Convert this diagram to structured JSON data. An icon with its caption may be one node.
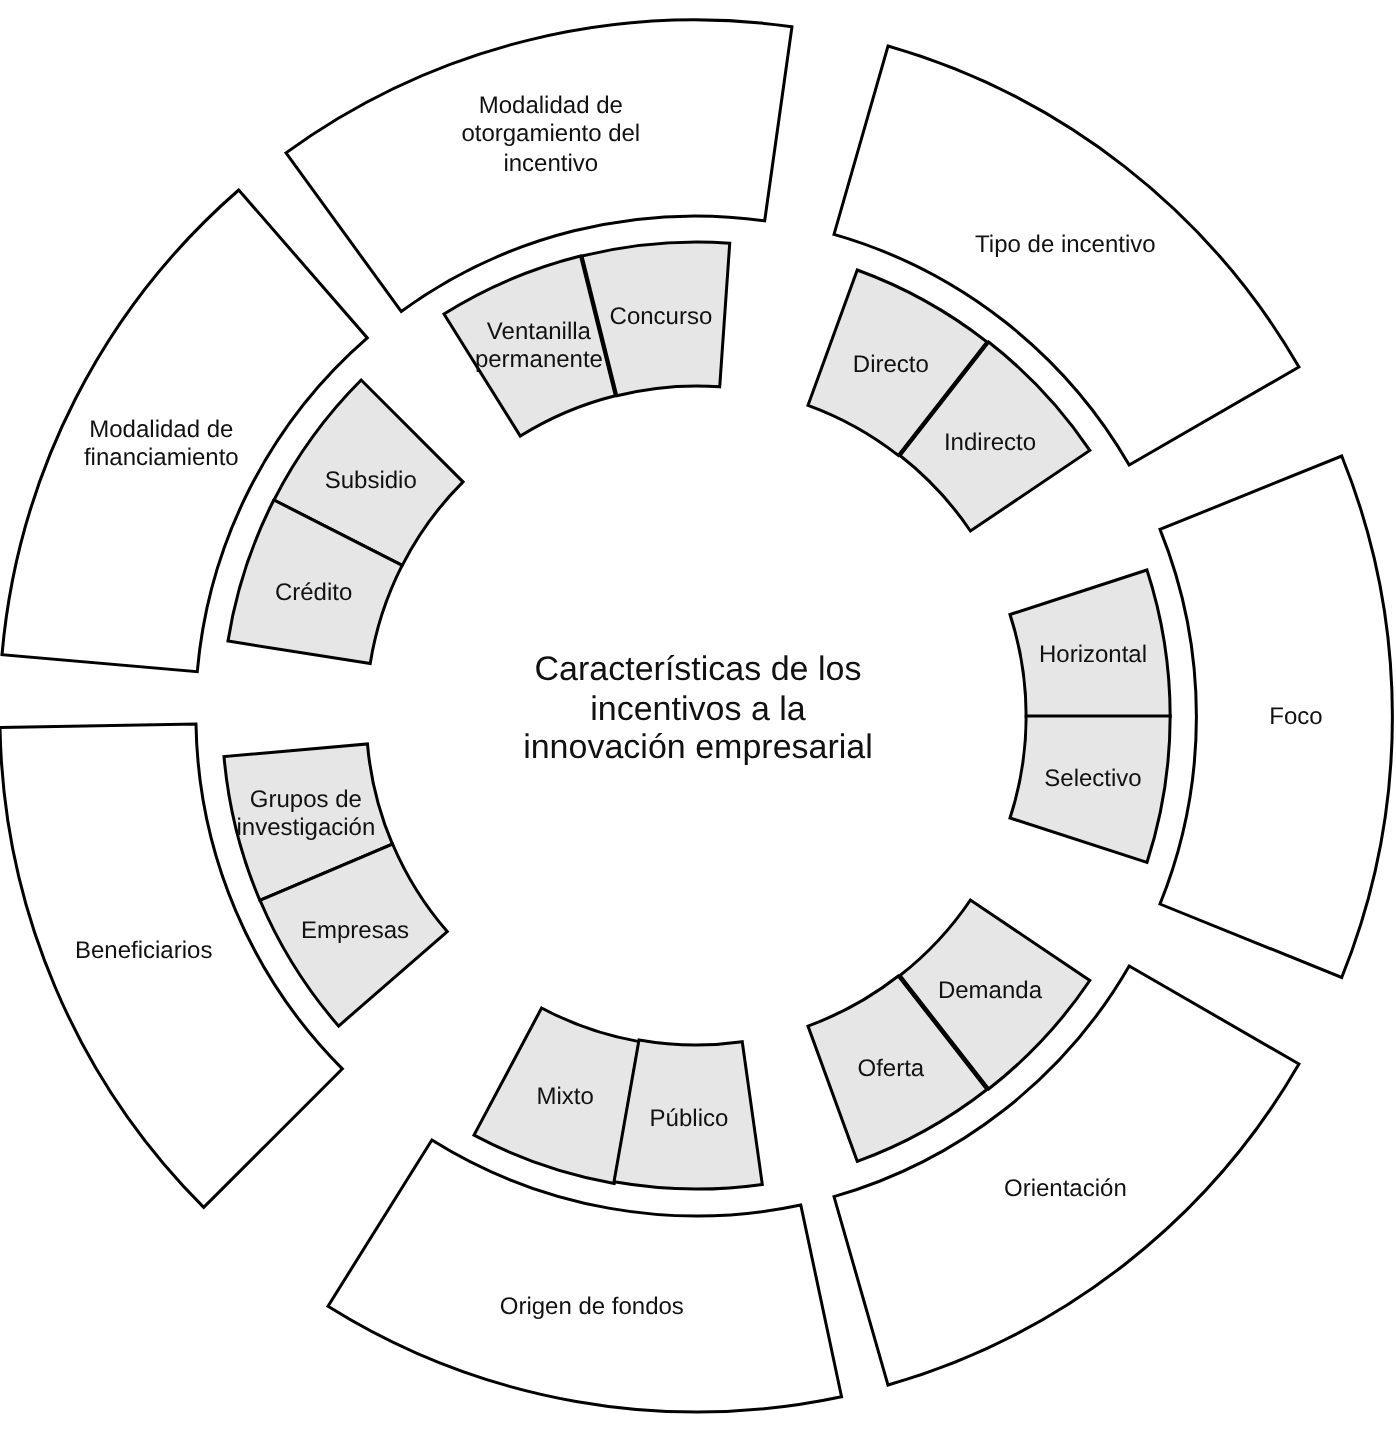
{
  "diagram": {
    "title": "Características de los incentivos a la innovación empresarial",
    "nodes": [
      {
        "text": [
          "Modalidad de otorgamiento del incentivo"
        ]
      },
      {
        "text": [
          "Ventanilla permanente"
        ]
      },
      {
        "text": [
          "Concurso"
        ]
      },
      {
        "text": [
          "Tipo de incentivo"
        ]
      },
      {
        "text": [
          "Directo"
        ]
      },
      {
        "text": [
          "Indirecto"
        ]
      },
      {
        "text": [
          "Foco"
        ]
      },
      {
        "text": [
          "Horizontal"
        ]
      },
      {
        "text": [
          "Selectivo"
        ]
      },
      {
        "text": [
          "Orientación"
        ]
      },
      {
        "text": [
          "Demanda"
        ]
      },
      {
        "text": [
          "Oferta"
        ]
      },
      {
        "text": [
          "Origen de fondos"
        ]
      },
      {
        "text": [
          "Mixto"
        ]
      },
      {
        "text": [
          "Público"
        ]
      },
      {
        "text": [
          "Beneficiarios"
        ]
      },
      {
        "text": [
          "Grupos de investigación"
        ]
      },
      {
        "text": [
          "Empresas"
        ]
      },
      {
        "text": [
          "Modalidad de financiamiento"
        ]
      },
      {
        "text": [
          "Subsidio"
        ]
      },
      {
        "text": [
          "Crédito"
        ]
      }
    ]
  }
}
